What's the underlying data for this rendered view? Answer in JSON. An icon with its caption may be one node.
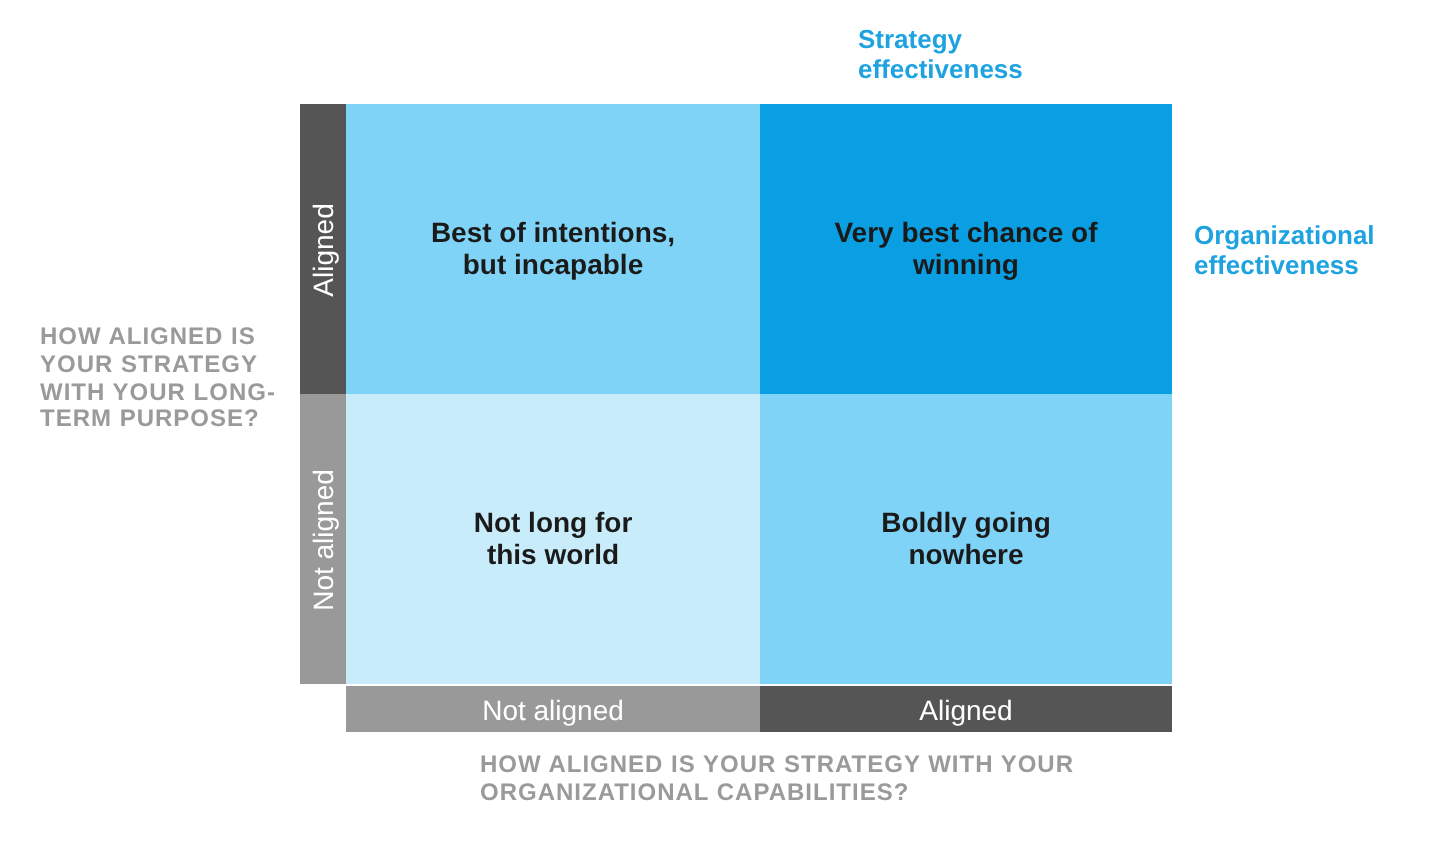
{
  "diagram": {
    "nodes": [
      {
        "text": [
          "Best of intentions, but incapable"
        ]
      },
      {
        "text": [
          "Very best chance of winning"
        ]
      },
      {
        "text": [
          "Not long for this world"
        ]
      },
      {
        "text": [
          "Boldly going nowhere"
        ]
      },
      {
        "text": [
          "Aligned"
        ]
      },
      {
        "text": [
          "Not aligned"
        ]
      },
      {
        "text": [
          "Not aligned"
        ]
      },
      {
        "text": [
          "Aligned"
        ]
      }
    ],
    "labels": [
      "Strategy effectiveness",
      "Organizational effectiveness",
      "HOW ALIGNED IS YOUR STRATEGY WITH YOUR LONG-TERM PURPOSE?",
      "HOW ALIGNED IS YOUR STRATEGY WITH YOUR ORGANIZATIONAL CAPABILITIES?"
    ]
  }
}
